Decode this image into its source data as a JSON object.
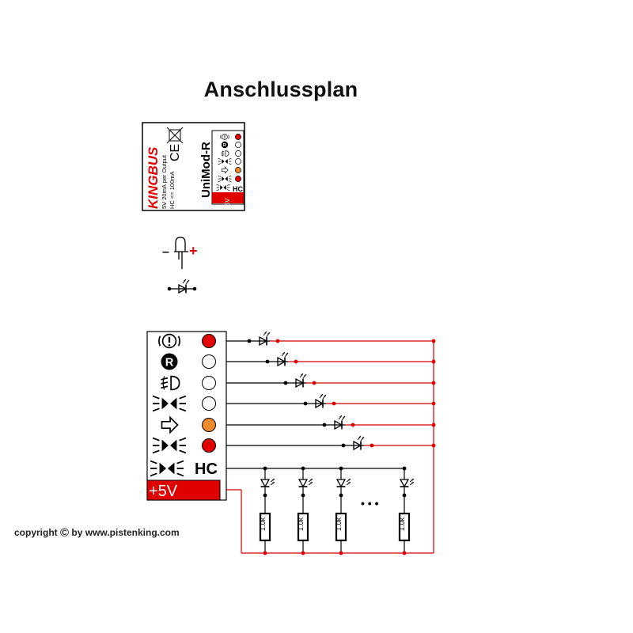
{
  "title": "Anschlussplan",
  "module_label": {
    "brand": "KINGBUS",
    "spec_line_1": "5V 20mA per Output",
    "spec_line_2": "HC <= 100mA",
    "ce_mark": "CE",
    "model": "UniMod-R",
    "hc_small": "HC",
    "supply_small": "+5V",
    "icons": [
      "warning-icon",
      "reverse-icon",
      "fog-light-icon",
      "brake-light-icon",
      "turn-signal-icon",
      "tail-light-icon",
      "high-current-icon"
    ],
    "dot_colors": [
      "#e00000",
      "#ffffff",
      "#ffffff",
      "#ffffff",
      "#ef8a2c",
      "#e00000"
    ]
  },
  "led_legend": {
    "minus": "–",
    "plus": "+"
  },
  "connector": {
    "outputs": [
      {
        "icon": "warning-icon",
        "color": "#e00000"
      },
      {
        "icon": "reverse-icon",
        "color": "#ffffff"
      },
      {
        "icon": "fog-light-icon",
        "color": "#ffffff"
      },
      {
        "icon": "brake-light-icon",
        "color": "#ffffff"
      },
      {
        "icon": "turn-signal-icon",
        "color": "#ef8a2c"
      },
      {
        "icon": "tail-light-icon",
        "color": "#e00000"
      }
    ],
    "hc_label": "HC",
    "supply_label": "+5V",
    "supply_color": "#e00000"
  },
  "hc_chain": {
    "resistor_label": "1.0k",
    "ellipsis": "• • •"
  },
  "colors": {
    "wire": "#000000",
    "supply_wire": "#d00000",
    "node": "#e00000"
  },
  "copyright": {
    "prefix": "copyright",
    "by": "by www.pistenking.com"
  }
}
